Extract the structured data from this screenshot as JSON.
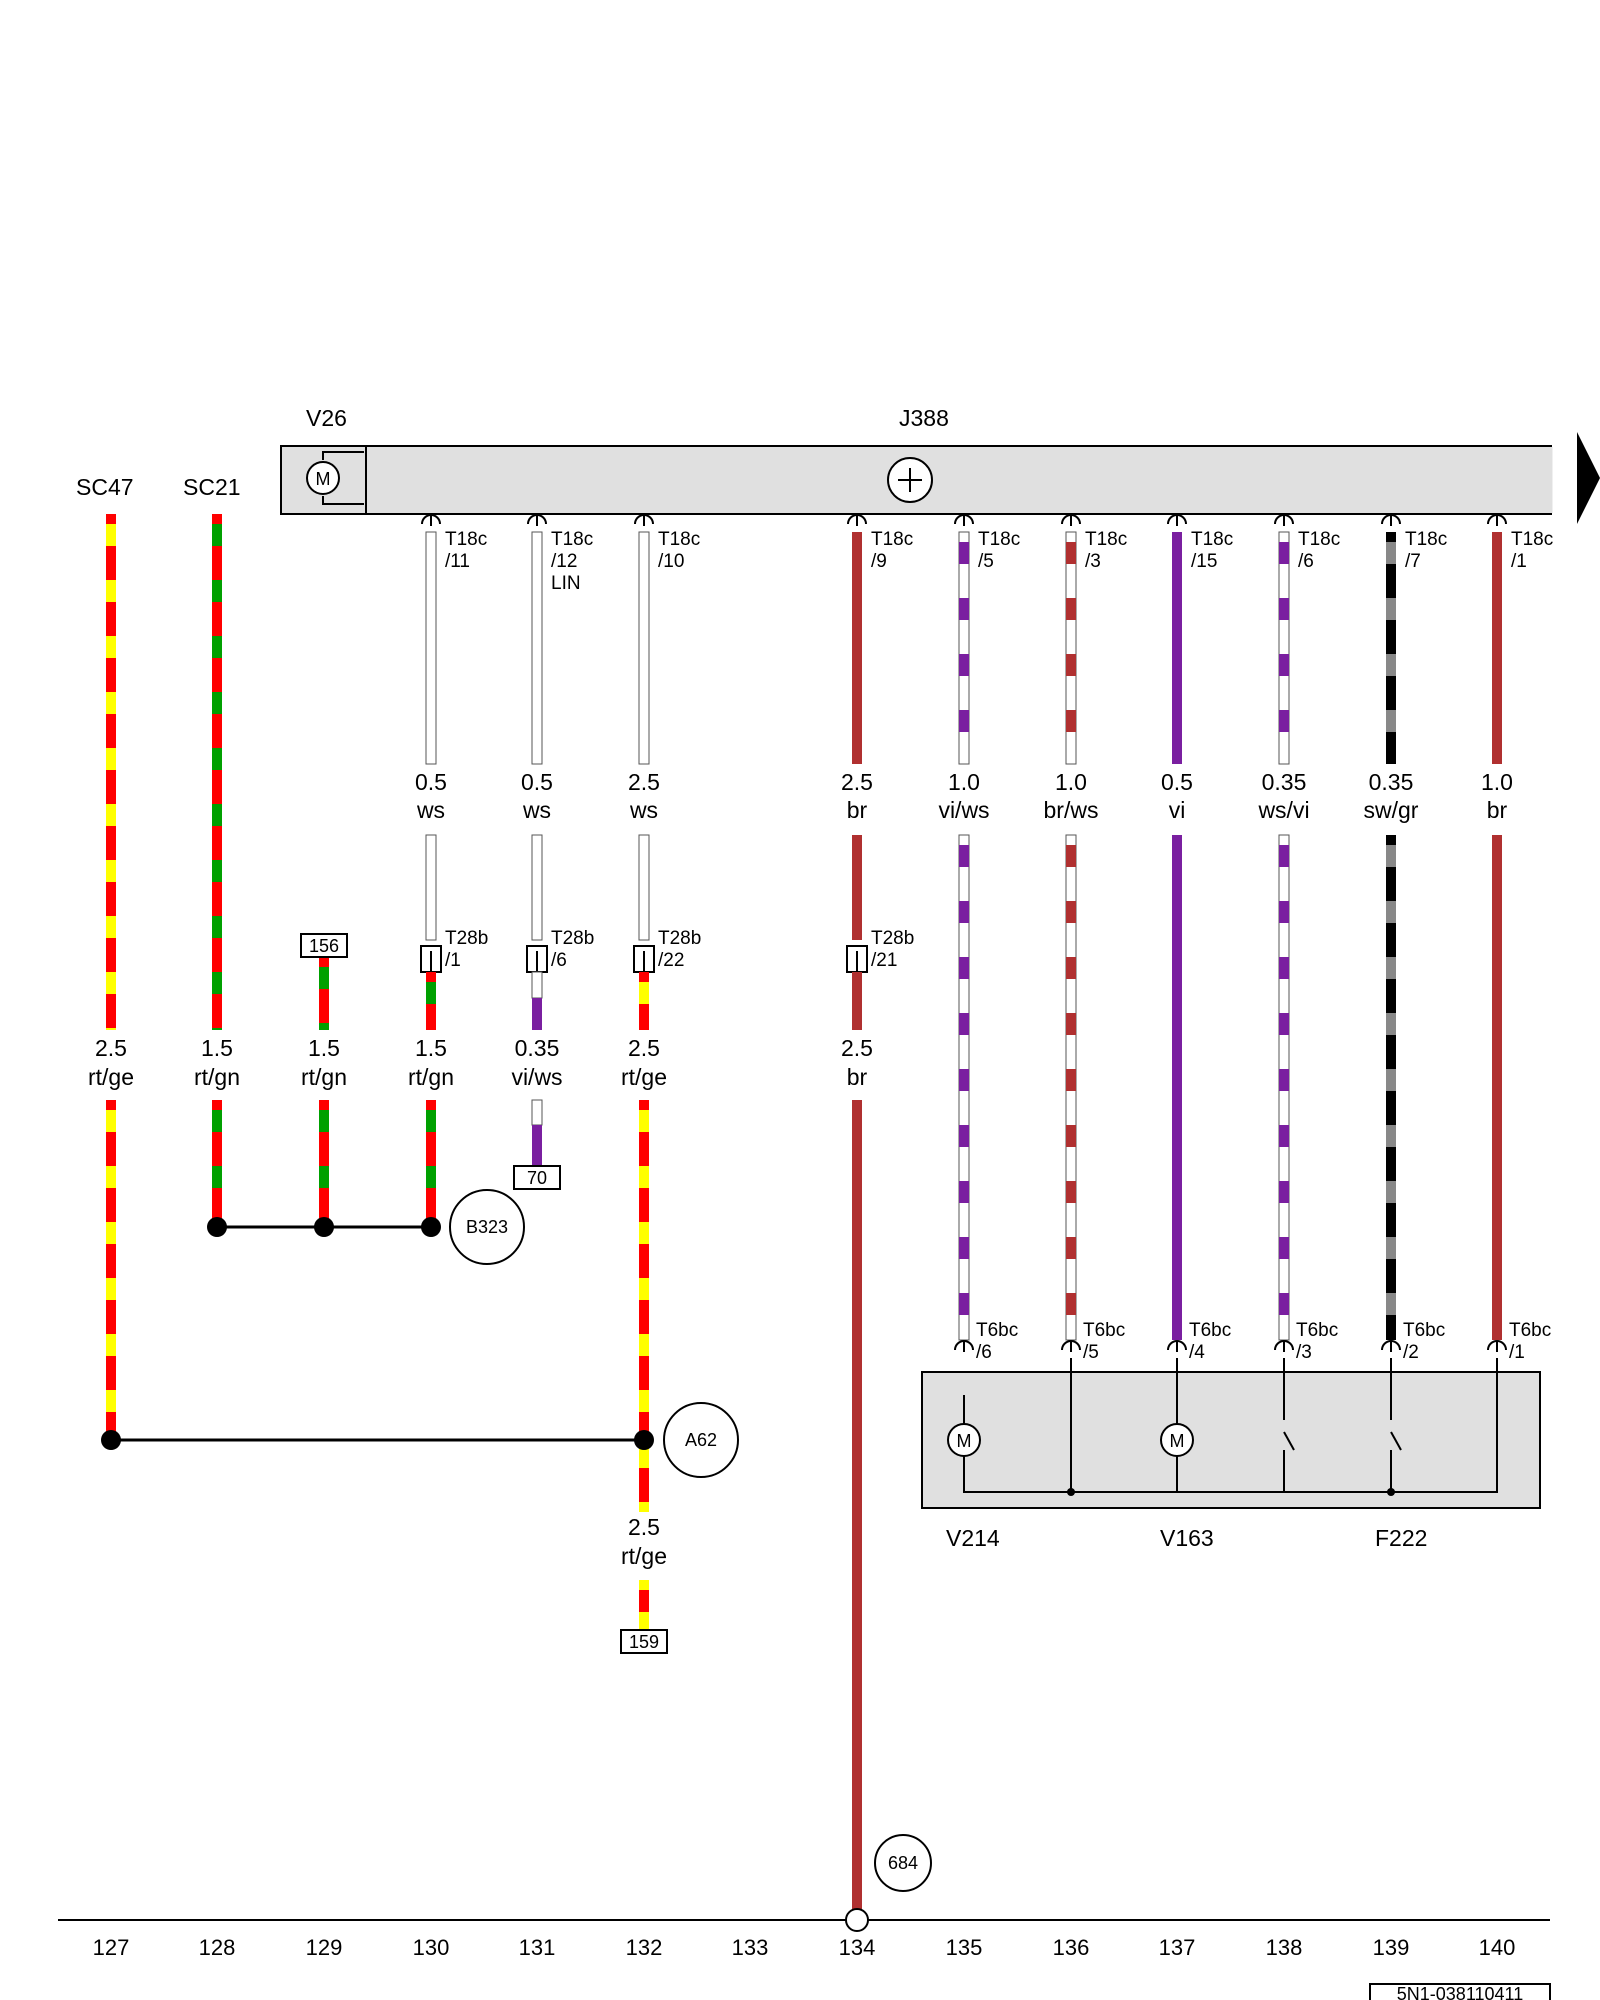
{
  "components": {
    "V26": "V26",
    "J388": "J388",
    "SC47": "SC47",
    "SC21": "SC21",
    "V214": "V214",
    "V163": "V163",
    "F222": "F222"
  },
  "ground_points": {
    "B323": "B323",
    "A62": "A62",
    "n684": "684"
  },
  "refs": {
    "r156": "156",
    "r70": "70",
    "r159": "159"
  },
  "wires": [
    {
      "id": "w130",
      "top_pin": "T18c",
      "top_num": "/11",
      "top_extra": "",
      "mid_size": "0.5",
      "mid_color": "ws",
      "conn": "T28b",
      "conn_num": "/1",
      "low_size": "1.5",
      "low_color": "rt/gn"
    },
    {
      "id": "w131",
      "top_pin": "T18c",
      "top_num": "/12",
      "top_extra": "LIN",
      "mid_size": "0.5",
      "mid_color": "ws",
      "conn": "T28b",
      "conn_num": "/6",
      "low_size": "0.35",
      "low_color": "vi/ws"
    },
    {
      "id": "w132",
      "top_pin": "T18c",
      "top_num": "/10",
      "top_extra": "",
      "mid_size": "2.5",
      "mid_color": "ws",
      "conn": "T28b",
      "conn_num": "/22",
      "low_size": "2.5",
      "low_color": "rt/ge"
    },
    {
      "id": "w134",
      "top_pin": "T18c",
      "top_num": "/9",
      "top_extra": "",
      "mid_size": "2.5",
      "mid_color": "br",
      "conn": "T28b",
      "conn_num": "/21",
      "low_size": "2.5",
      "low_color": "br"
    },
    {
      "id": "w135",
      "top_pin": "T18c",
      "top_num": "/5",
      "mid_size": "1.0",
      "mid_color": "vi/ws",
      "bot_pin": "T6bc",
      "bot_num": "/6"
    },
    {
      "id": "w136",
      "top_pin": "T18c",
      "top_num": "/3",
      "mid_size": "1.0",
      "mid_color": "br/ws",
      "bot_pin": "T6bc",
      "bot_num": "/5"
    },
    {
      "id": "w137",
      "top_pin": "T18c",
      "top_num": "/15",
      "mid_size": "0.5",
      "mid_color": "vi",
      "bot_pin": "T6bc",
      "bot_num": "/4"
    },
    {
      "id": "w138",
      "top_pin": "T18c",
      "top_num": "/6",
      "mid_size": "0.35",
      "mid_color": "ws/vi",
      "bot_pin": "T6bc",
      "bot_num": "/3"
    },
    {
      "id": "w139",
      "top_pin": "T18c",
      "top_num": "/7",
      "mid_size": "0.35",
      "mid_color": "sw/gr",
      "bot_pin": "T6bc",
      "bot_num": "/2"
    },
    {
      "id": "w140",
      "top_pin": "T18c",
      "top_num": "/1",
      "mid_size": "1.0",
      "mid_color": "br",
      "bot_pin": "T6bc",
      "bot_num": "/1"
    }
  ],
  "left_wires": [
    {
      "id": "w127",
      "size": "2.5",
      "color": "rt/ge"
    },
    {
      "id": "w128",
      "size": "1.5",
      "color": "rt/gn"
    },
    {
      "id": "w129",
      "size": "1.5",
      "color": "rt/gn"
    }
  ],
  "lower_w132": {
    "size": "2.5",
    "color": "rt/ge"
  },
  "axis_labels": [
    "127",
    "128",
    "129",
    "130",
    "131",
    "132",
    "133",
    "134",
    "135",
    "136",
    "137",
    "138",
    "139",
    "140"
  ],
  "doc_id": "5N1-038110411",
  "colors": {
    "red": "#ff0000",
    "yellow": "#ffff00",
    "green": "#00a000",
    "brown": "#b03030",
    "violet": "#7a1fa0",
    "black": "#000000",
    "grey": "#888888",
    "white": "#ffffff",
    "box": "#e0e0e0"
  }
}
